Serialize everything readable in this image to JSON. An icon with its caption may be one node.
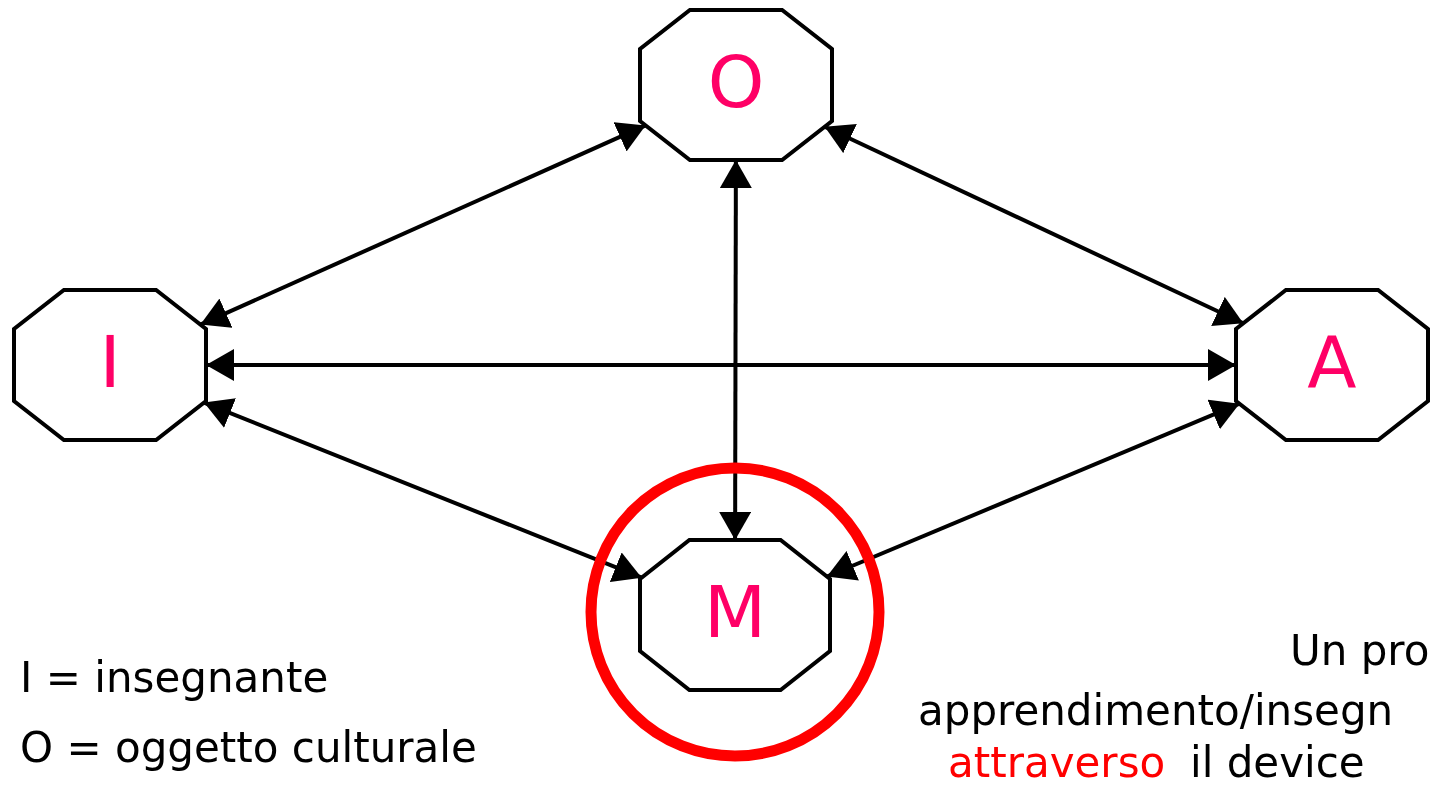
{
  "diagram": {
    "nodes": [
      {
        "text": [
          "O"
        ]
      },
      {
        "text": [
          "I"
        ]
      },
      {
        "text": [
          "A"
        ]
      },
      {
        "text": [],
        "shape": "circle"
      },
      {
        "text": [
          "M"
        ],
        "in": 3
      }
    ],
    "edges": [
      {
        "from": 1,
        "to": 0,
        "arrow": "both"
      },
      {
        "from": 0,
        "to": 2,
        "arrow": "both"
      },
      {
        "from": 1,
        "to": 2,
        "arrow": "both"
      },
      {
        "from": 0,
        "to": 4,
        "arrow": "both"
      },
      {
        "from": 1,
        "to": 4,
        "arrow": "both"
      },
      {
        "from": 2,
        "to": 4,
        "arrow": "both"
      }
    ],
    "labels": [
      "I = insegnante",
      "O = oggetto culturale",
      "Un pro",
      "apprendimento/insegn",
      "attraverso",
      "il device"
    ]
  }
}
